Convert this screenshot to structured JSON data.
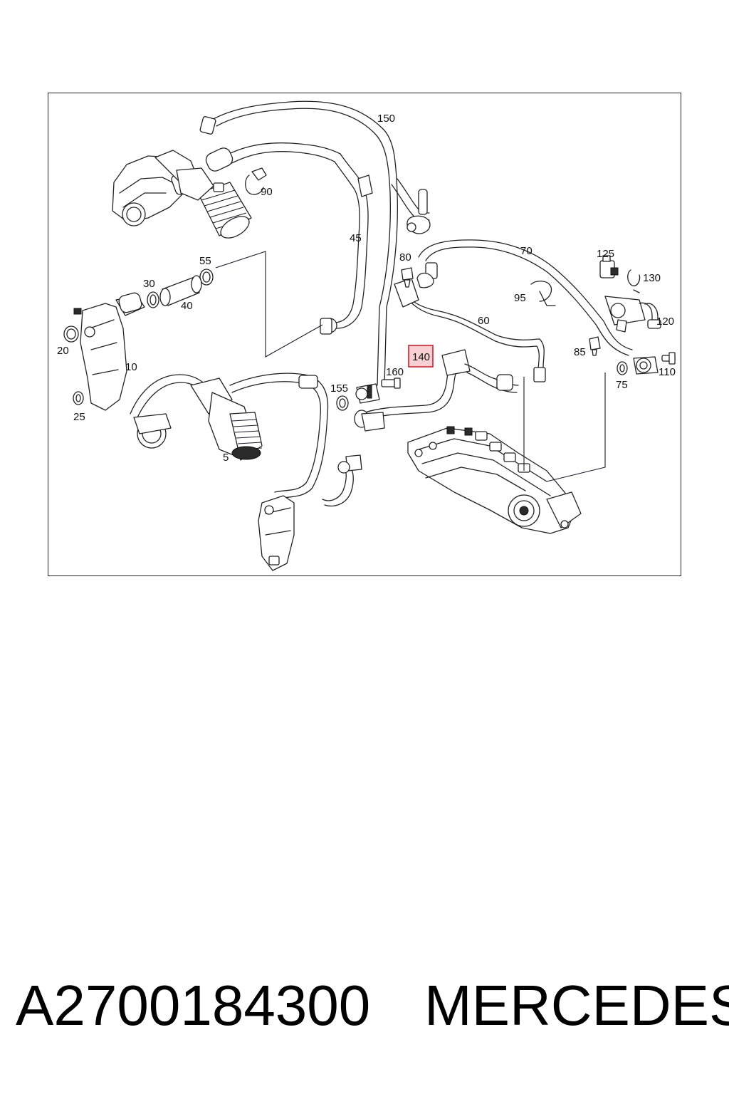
{
  "diagram": {
    "callouts": [
      {
        "id": "c150",
        "text": "150"
      },
      {
        "id": "c90",
        "text": "90"
      },
      {
        "id": "c45",
        "text": "45"
      },
      {
        "id": "c55",
        "text": "55"
      },
      {
        "id": "c30",
        "text": "30"
      },
      {
        "id": "c40",
        "text": "40"
      },
      {
        "id": "c20",
        "text": "20"
      },
      {
        "id": "c10",
        "text": "10"
      },
      {
        "id": "c25",
        "text": "25"
      },
      {
        "id": "c5",
        "text": "5"
      },
      {
        "id": "c80",
        "text": "80"
      },
      {
        "id": "c70",
        "text": "70"
      },
      {
        "id": "c125",
        "text": "125"
      },
      {
        "id": "c130",
        "text": "130"
      },
      {
        "id": "c95",
        "text": "95"
      },
      {
        "id": "c60",
        "text": "60"
      },
      {
        "id": "c120",
        "text": "120"
      },
      {
        "id": "c85",
        "text": "85"
      },
      {
        "id": "c110",
        "text": "110"
      },
      {
        "id": "c75",
        "text": "75"
      },
      {
        "id": "c140",
        "text": "140",
        "highlighted": true
      },
      {
        "id": "c160",
        "text": "160"
      },
      {
        "id": "c155",
        "text": "155"
      }
    ],
    "highlight_color": "#d21e2a"
  },
  "footer": {
    "part_number": "A2700184300",
    "brand": "MERCEDES"
  }
}
